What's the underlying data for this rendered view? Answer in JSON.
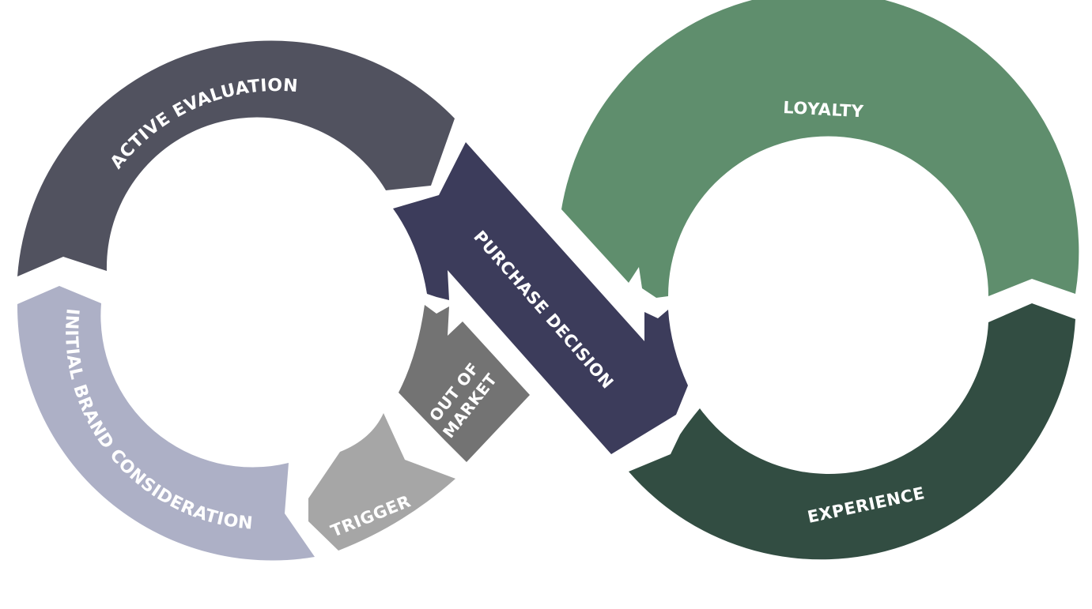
{
  "diagram": {
    "type": "infinity-loop customer journey",
    "stages": [
      {
        "id": "active-evaluation",
        "label": "ACTIVE EVALUATION",
        "color": "#51525f"
      },
      {
        "id": "initial-brand-consideration",
        "label": "INITIAL BRAND CONSIDERATION",
        "color": "#adb0c6"
      },
      {
        "id": "trigger",
        "label": "TRIGGER",
        "color": "#a6a6a6"
      },
      {
        "id": "out-of-market",
        "label_line1": "OUT OF",
        "label_line2": "MARKET",
        "color": "#737373"
      },
      {
        "id": "purchase-decision",
        "label": "PURCHASE DECISION",
        "color": "#3c3c5b"
      },
      {
        "id": "loyalty",
        "label": "LOYALTY",
        "color": "#5f8e6d"
      },
      {
        "id": "experience",
        "label": "EXPERIENCE",
        "color": "#324d42"
      }
    ],
    "background": "#ffffff"
  }
}
